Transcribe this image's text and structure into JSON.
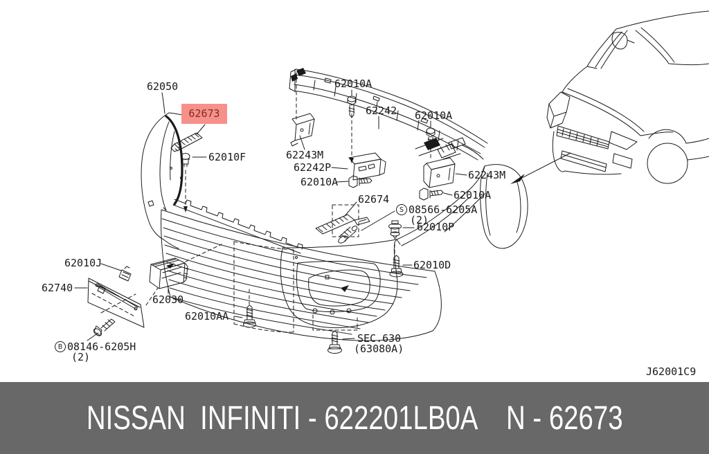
{
  "diagram": {
    "line_color": "#1a1a1a",
    "highlight_color": "#f79089",
    "highlight_text_color": "#7c2b28",
    "drawing_code": "J62001C9",
    "callouts": [
      {
        "text": "62050"
      },
      {
        "text": "62673",
        "highlighted": true
      },
      {
        "text": "62010F"
      },
      {
        "text": "62010A"
      },
      {
        "text": "62242"
      },
      {
        "text": "62010A"
      },
      {
        "text": "62243M"
      },
      {
        "text": "62242P"
      },
      {
        "text": "62010A"
      },
      {
        "text": "62243M"
      },
      {
        "text": "62010A"
      },
      {
        "text": "62674"
      },
      {
        "prefix": "S",
        "text": "08566-6205A",
        "qty": "(2)"
      },
      {
        "text": "62010P"
      },
      {
        "text": "62010D"
      },
      {
        "text": "62010J"
      },
      {
        "text": "62740"
      },
      {
        "text": "62030"
      },
      {
        "text": "62010AA"
      },
      {
        "prefix": "B",
        "text": "08146-6205H",
        "qty": "(2)"
      },
      {
        "text": "SEC.630",
        "sub": "(63080A)"
      }
    ]
  },
  "footer": {
    "text": "NISSAN  INFINITI - 622201LB0A    N - 62673",
    "bg": "#696869",
    "fg": "#ffffff"
  }
}
